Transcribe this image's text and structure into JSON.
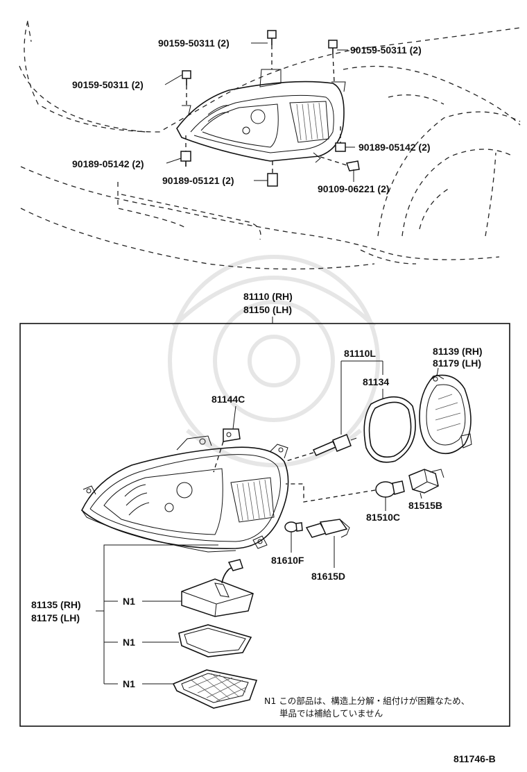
{
  "callouts": {
    "bolt_top_left": "90159-50311 (2)",
    "bolt_top_right": "90159-50311 (2)",
    "bolt_left": "90159-50311 (2)",
    "clip_right": "90189-05142 (2)",
    "clip_left": "90189-05142 (2)",
    "clip_bottom": "90189-05121 (2)",
    "screw_bottom_right": "90109-06221 (2)"
  },
  "assembly": {
    "rh": "81110 (RH)",
    "lh": "81150 (LH)"
  },
  "parts": {
    "bulb_main": "81110L",
    "gasket": "81134",
    "cover_rh": "81139 (RH)",
    "cover_lh": "81179 (LH)",
    "bulb_small": "81144C",
    "socket_turn": "81515B",
    "bulb_turn": "81510C",
    "bulb_side": "81610F",
    "socket_side": "81615D",
    "unit_rh": "81135 (RH)",
    "unit_lh": "81175 (LH)"
  },
  "notes": {
    "n1_labels": [
      "N1",
      "N1",
      "N1"
    ],
    "n1_line1": "N1 この部品は、構造上分解・組付けが困難なため、",
    "n1_line2": "単品では補給していません"
  },
  "figure_id": "811746-B"
}
